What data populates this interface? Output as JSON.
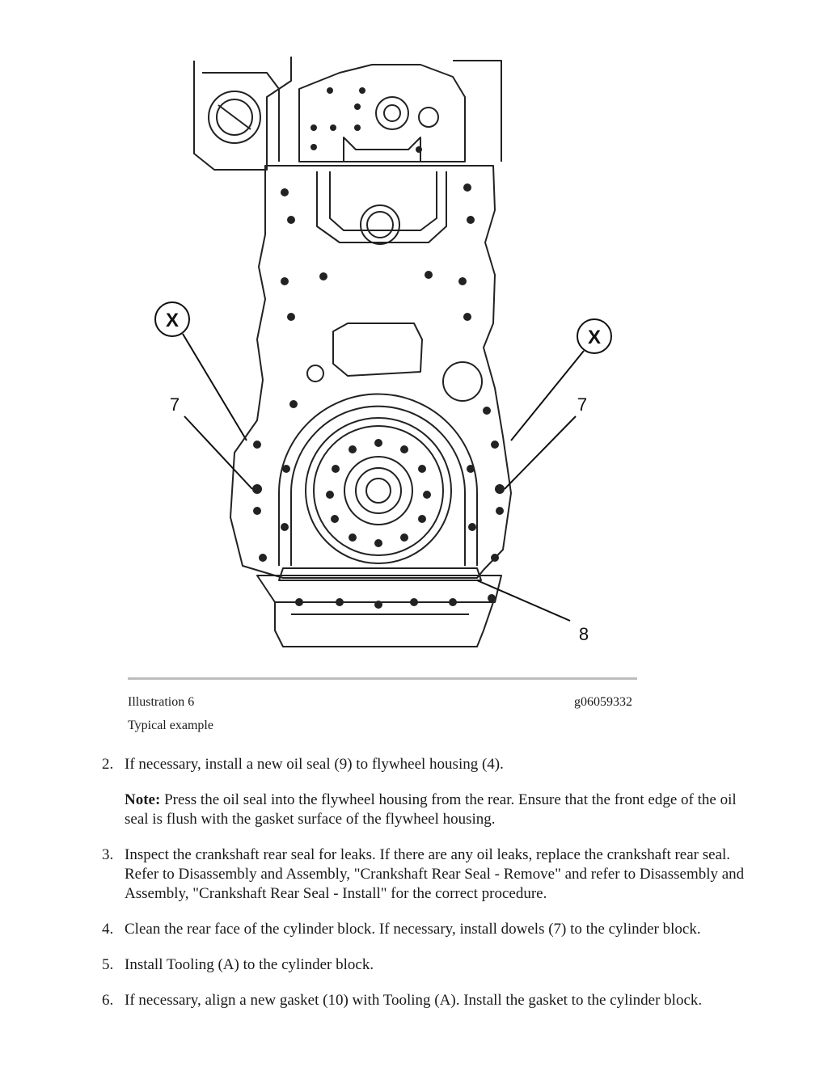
{
  "figure": {
    "callouts": {
      "x_left": "X",
      "x_right": "X",
      "seven_left": "7",
      "seven_right": "7",
      "eight": "8"
    }
  },
  "caption": {
    "illustration": "Illustration 6",
    "figure_id": "g06059332",
    "subtitle": "Typical example"
  },
  "steps": [
    {
      "num": "2.",
      "text": "If necessary, install a new oil seal (9) to flywheel housing (4).",
      "note_label": "Note:",
      "note_text": " Press the oil seal into the flywheel housing from the rear. Ensure that the front edge of the oil seal is flush with the gasket surface of the flywheel housing."
    },
    {
      "num": "3.",
      "text": "Inspect the crankshaft rear seal for leaks. If there are any oil leaks, replace the crankshaft rear seal. Refer to Disassembly and Assembly, \"Crankshaft Rear Seal - Remove\" and refer to Disassembly and Assembly, \"Crankshaft Rear Seal - Install\" for the correct procedure."
    },
    {
      "num": "4.",
      "text": "Clean the rear face of the cylinder block. If necessary, install dowels (7) to the cylinder block."
    },
    {
      "num": "5.",
      "text": "Install Tooling (A) to the cylinder block."
    },
    {
      "num": "6.",
      "text": "If necessary, align a new gasket (10) with Tooling (A). Install the gasket to the cylinder block."
    }
  ]
}
